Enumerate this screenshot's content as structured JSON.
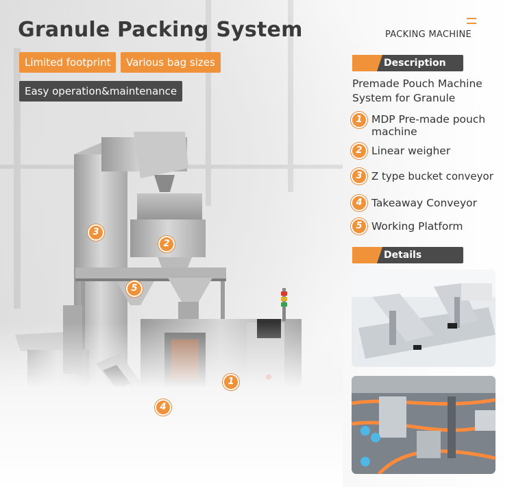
{
  "header": {
    "title": "Granule Packing System",
    "brand": "PACKING MACHINE"
  },
  "tags": [
    {
      "label": "Limited footprint"
    },
    {
      "label": "Various bag sizes"
    },
    {
      "label": "Easy operation&maintenance"
    }
  ],
  "description": {
    "heading": "Description",
    "text": "Premade Pouch Machine System for Granule",
    "items": [
      {
        "num": "1",
        "label": "MDP Pre-made pouch machine"
      },
      {
        "num": "2",
        "label": "Linear weigher"
      },
      {
        "num": "3",
        "label": "Z type bucket conveyor"
      },
      {
        "num": "4",
        "label": "Takeaway Conveyor"
      },
      {
        "num": "5",
        "label": "Working Platform"
      }
    ]
  },
  "details": {
    "heading": "Details"
  },
  "markers": [
    {
      "num": "1"
    },
    {
      "num": "2"
    },
    {
      "num": "3"
    },
    {
      "num": "4"
    },
    {
      "num": "5"
    }
  ],
  "colors": {
    "accent": "#f0923a",
    "dark": "#4a4a4a",
    "text": "#333333",
    "title": "#3a3a3a"
  }
}
